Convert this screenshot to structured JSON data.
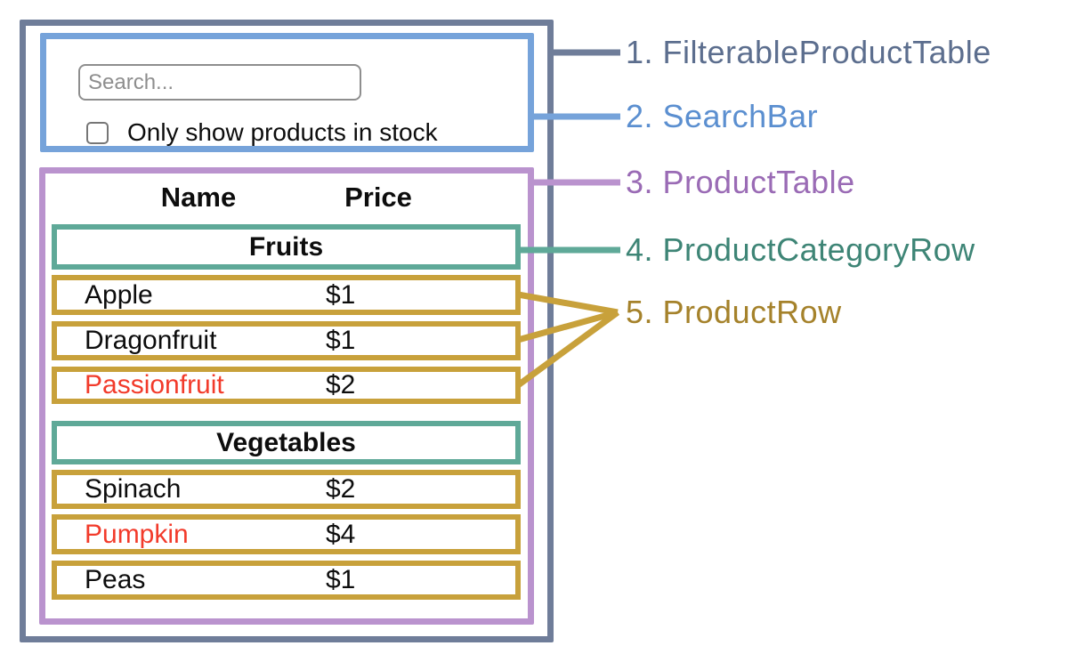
{
  "search_bar": {
    "placeholder": "Search...",
    "checkbox_label": "Only show products in stock",
    "checkbox_checked": false
  },
  "product_table": {
    "headers": {
      "name": "Name",
      "price": "Price"
    },
    "sections": [
      {
        "category": "Fruits",
        "rows": [
          {
            "name": "Apple",
            "price": "$1",
            "red": false
          },
          {
            "name": "Dragonfruit",
            "price": "$1",
            "red": false
          },
          {
            "name": "Passionfruit",
            "price": "$2",
            "red": true
          }
        ]
      },
      {
        "category": "Vegetables",
        "rows": [
          {
            "name": "Spinach",
            "price": "$2",
            "red": false
          },
          {
            "name": "Pumpkin",
            "price": "$4",
            "red": true
          },
          {
            "name": "Peas",
            "price": "$1",
            "red": false
          }
        ]
      }
    ]
  },
  "legend": [
    {
      "label": "1. FilterableProductTable",
      "color": "#5C6E8E"
    },
    {
      "label": "2. SearchBar",
      "color": "#5B8FD0"
    },
    {
      "label": "3. ProductTable",
      "color": "#9A6BB5"
    },
    {
      "label": "4. ProductCategoryRow",
      "color": "#3E8576"
    },
    {
      "label": "5. ProductRow",
      "color": "#A5822B"
    }
  ],
  "colors": {
    "outer_border": "#6F7D99",
    "searchbar_border": "#76A3DA",
    "table_border": "#BA93CE",
    "category_border": "#5FA998",
    "row_border": "#C8A13B",
    "out_of_stock_text": "#F23B2B"
  }
}
